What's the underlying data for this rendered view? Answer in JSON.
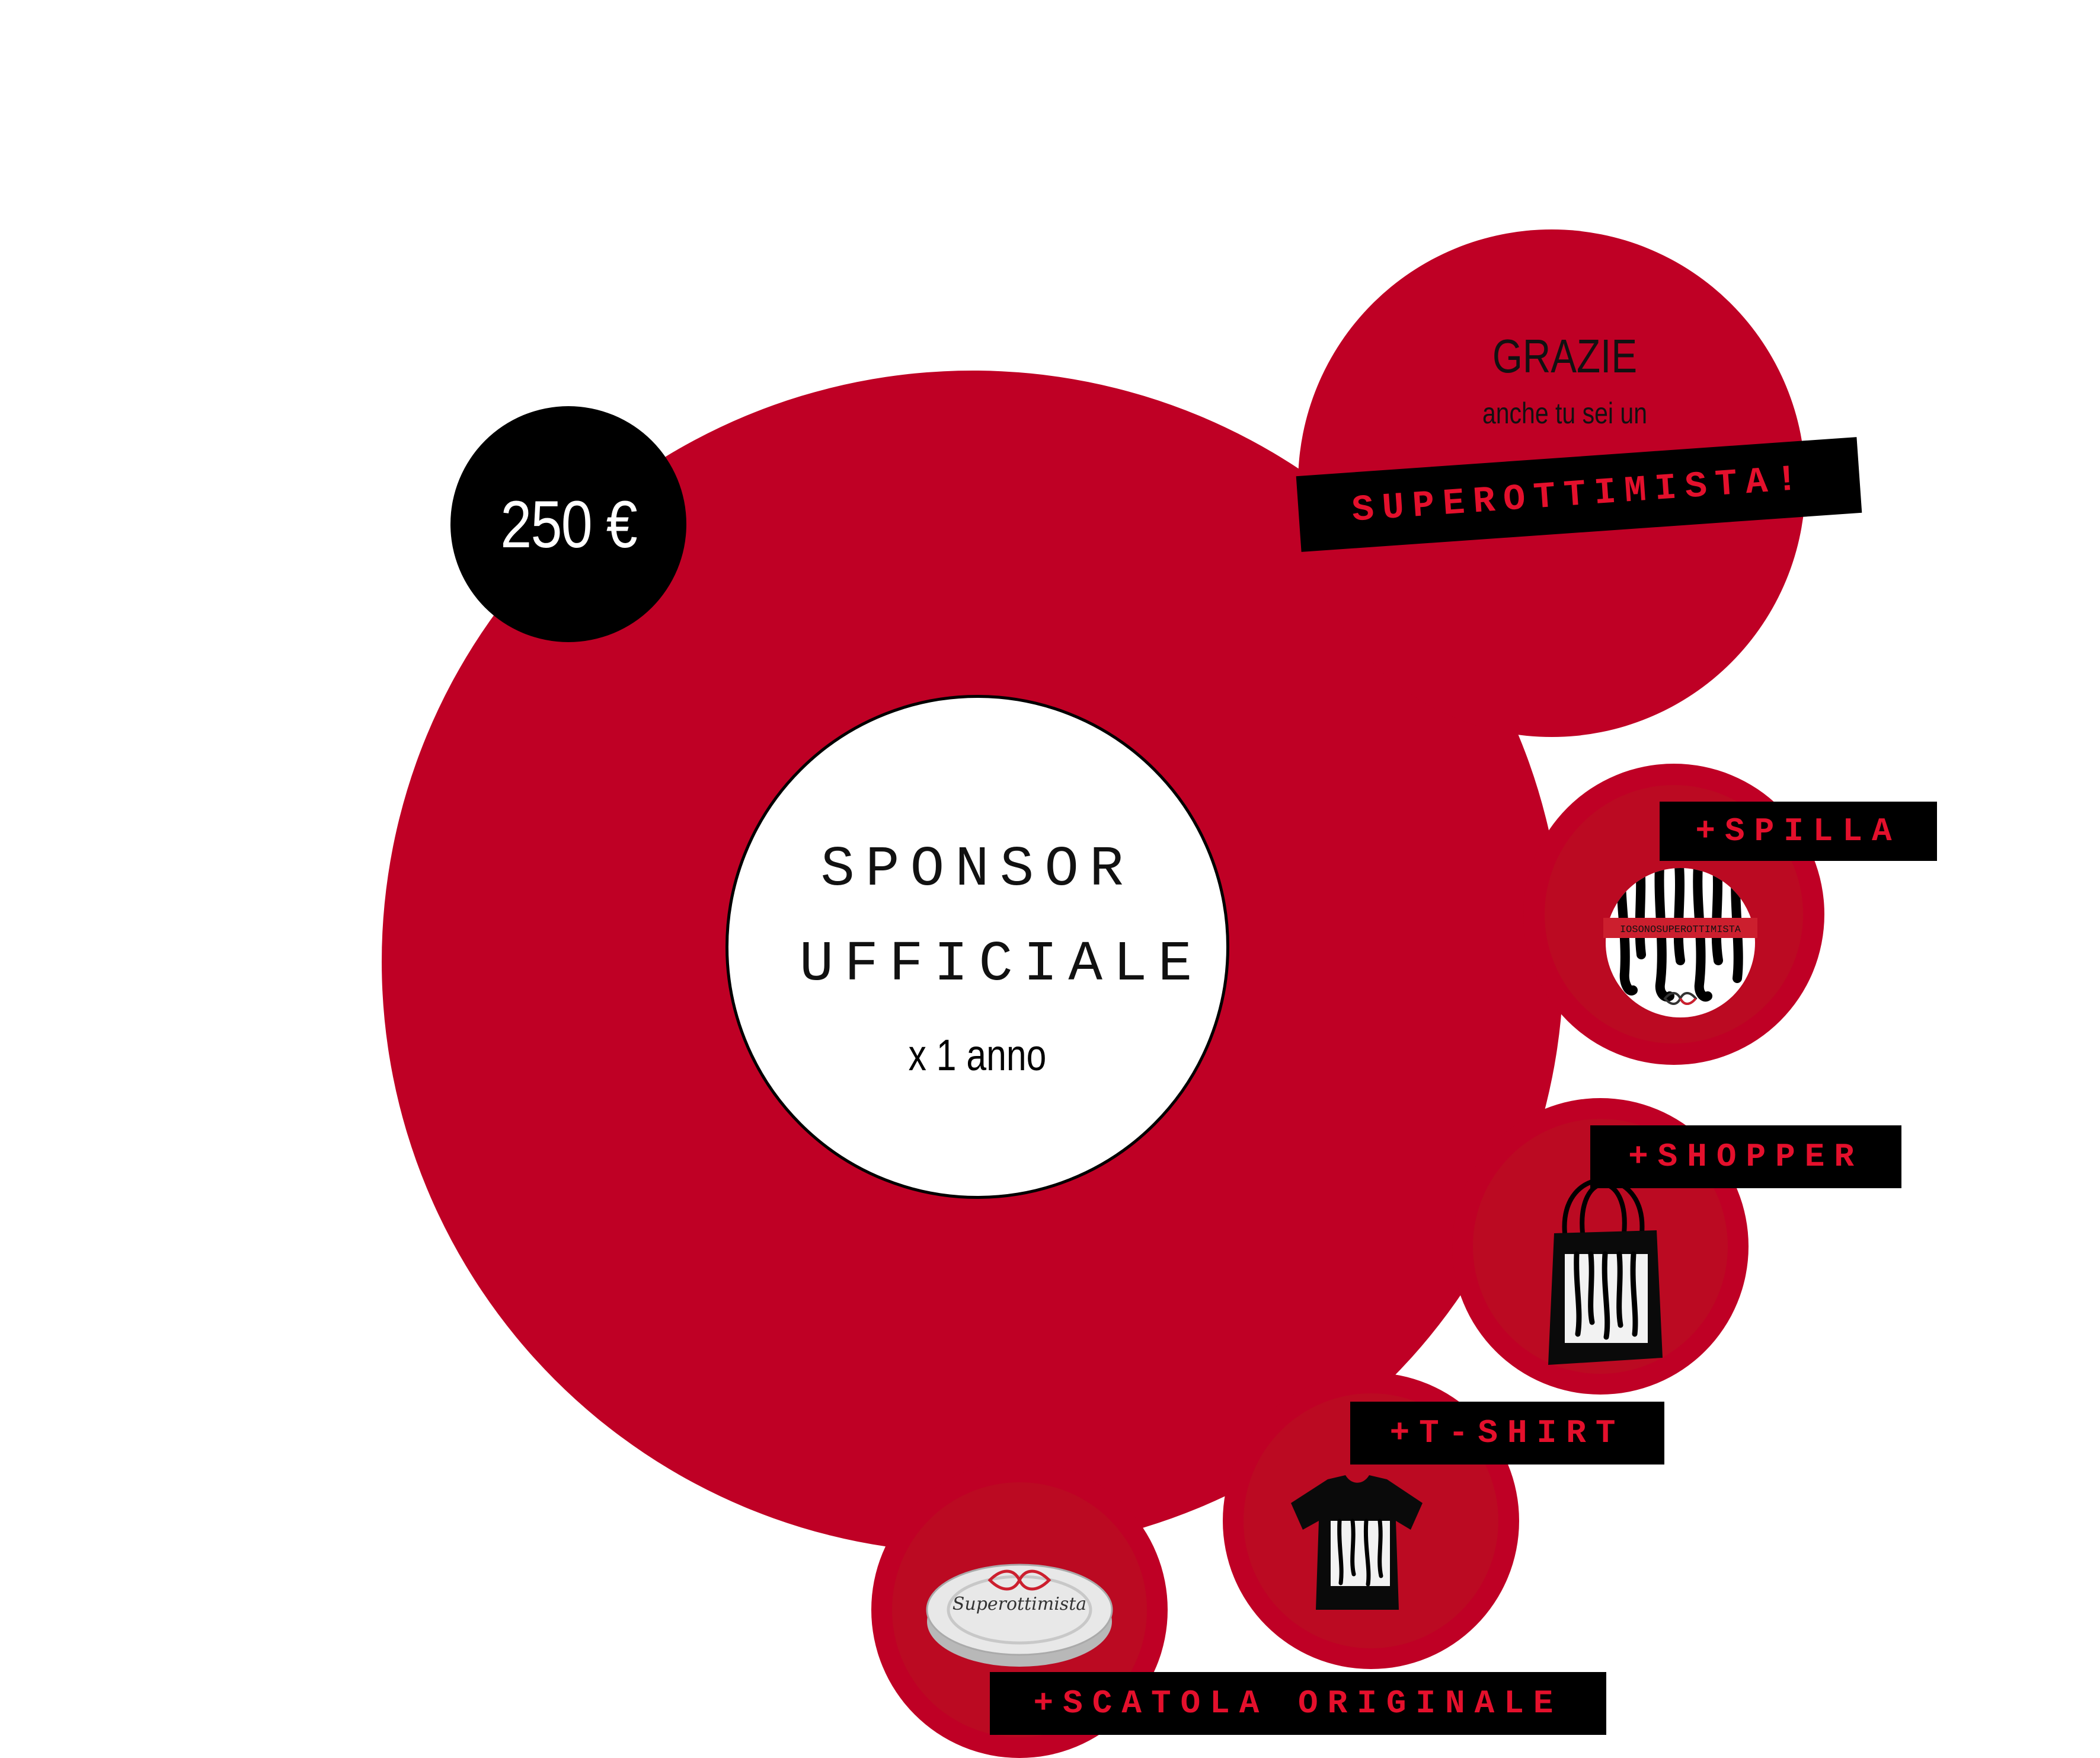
{
  "price": {
    "label": "250 €"
  },
  "center": {
    "line1": "SPONSOR",
    "line2": "UFFICIALE",
    "duration": "x 1 anno"
  },
  "thanks": {
    "title": "GRAZIE",
    "subtitle": "anche tu  sei un",
    "banner": "SUPEROTTIMISTA!"
  },
  "rewards": [
    {
      "label": "+SPILLA",
      "icon": "pin-icon",
      "pin_text": "IOSONOSUPEROTTIMISTA"
    },
    {
      "label": "+SHOPPER",
      "icon": "tote-bag-icon"
    },
    {
      "label": "+T-SHIRT",
      "icon": "tshirt-icon"
    },
    {
      "label": "+SCATOLA ORIGINALE",
      "icon": "tin-box-icon",
      "box_text": "Superottimista"
    }
  ],
  "colors": {
    "primary_red": "#bf0025",
    "banner_text_red": "#e4102c",
    "black": "#000000",
    "white": "#ffffff"
  }
}
